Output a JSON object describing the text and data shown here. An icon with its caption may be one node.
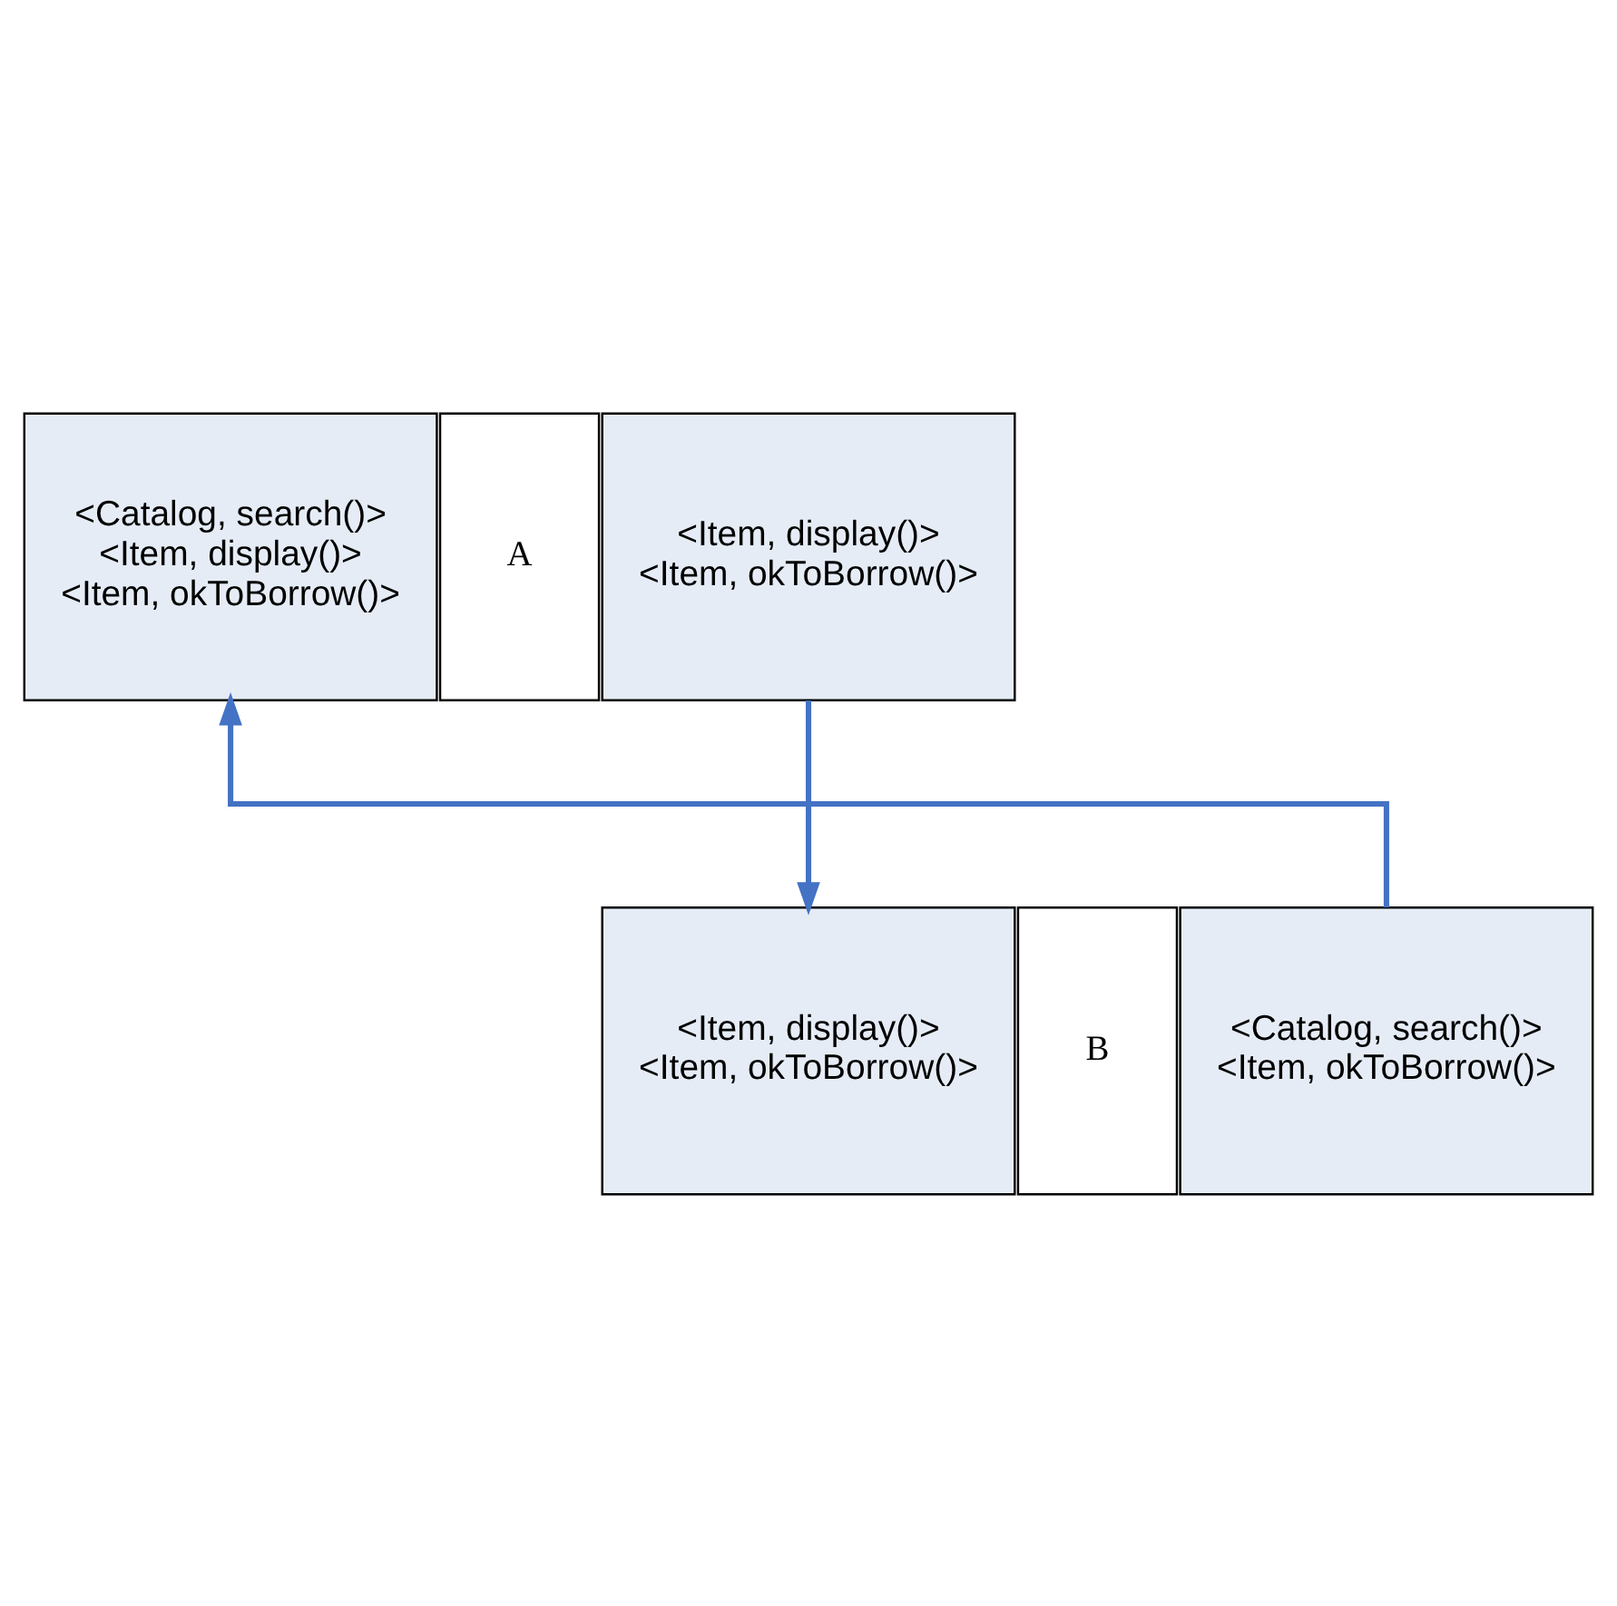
{
  "diagram": {
    "nodes": [
      {
        "text": [
          "<Catalog, search()> <Item, display()> <Item, okToBorrow()>"
        ]
      },
      {
        "text": [
          "A"
        ]
      },
      {
        "text": [
          "<Item, display()> <Item, okToBorrow()>"
        ]
      },
      {
        "text": [
          "<Item, display()> <Item, okToBorrow()>"
        ]
      },
      {
        "text": [
          "B"
        ]
      },
      {
        "text": [
          "<Catalog, search()> <Item, okToBorrow()>"
        ]
      }
    ],
    "edges": [
      {
        "from": 2,
        "to": 3,
        "arrow": "to",
        "color": "#4472c4"
      },
      {
        "from": 5,
        "to": 0,
        "arrow": "to",
        "color": "#4472c4"
      }
    ]
  }
}
